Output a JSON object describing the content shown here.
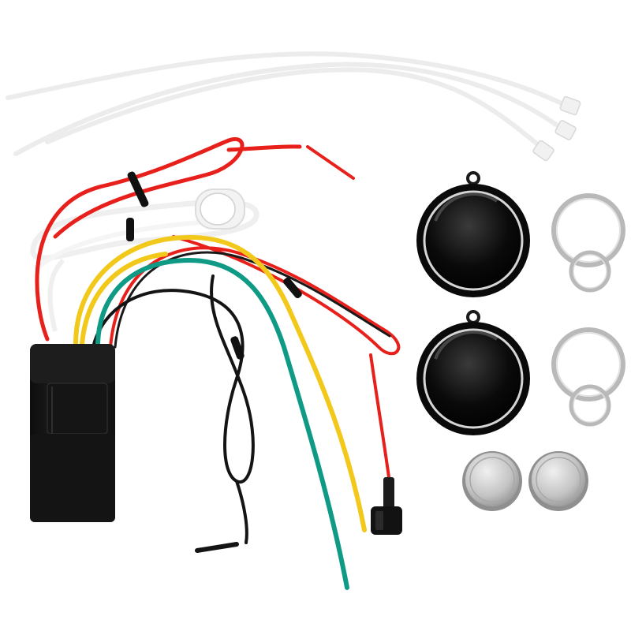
{
  "colors": {
    "background": "#ffffff",
    "wire_red": "#e8201c",
    "wire_yellow": "#f2c81a",
    "wire_green": "#0f9a86",
    "wire_black": "#141414",
    "wire_white": "#f4f4f4",
    "module_body": "#1a1a1a",
    "fob_body": "#0c0c0c",
    "ring_metal": "#b9b9b9",
    "battery_metal": "#c9c9c9"
  },
  "objects": {
    "cable_ties": "white-cable-ties",
    "control_module": "black-control-module",
    "wiring_harness": "wiring-harness",
    "antenna_tag": "white-antenna-tag",
    "buzzer": "black-buzzer-plug",
    "remote_fobs": "black-remote-fob",
    "key_rings": "split-key-ring",
    "batteries": "coin-cell-battery"
  }
}
